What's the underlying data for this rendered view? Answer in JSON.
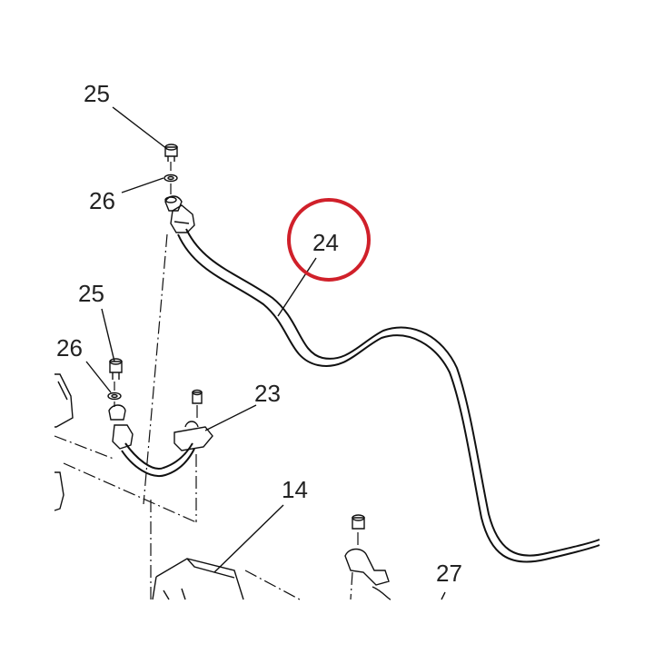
{
  "labels": {
    "bolt_top": "25",
    "washer_top": "26",
    "hose_main": "24",
    "bolt_left": "25",
    "washer_left": "26",
    "clamp": "23",
    "part_14": "14",
    "part_27": "27"
  },
  "highlight_color": "#d0202a"
}
